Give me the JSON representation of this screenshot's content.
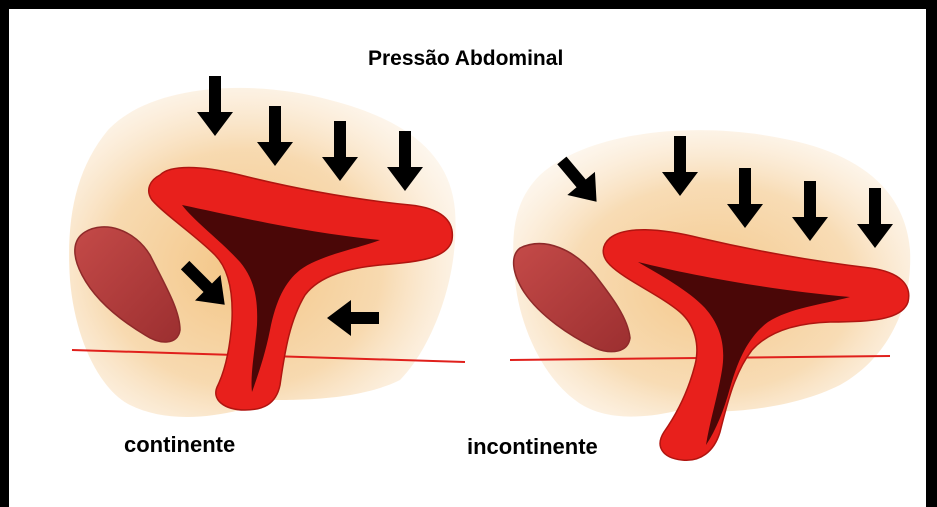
{
  "title": "Pressão Abdominal",
  "labels": {
    "left": "continente",
    "right": "incontinente"
  },
  "colors": {
    "organ_red": "#e8201c",
    "organ_dark": "#4a0707",
    "pubic_bone": "#b13b3b",
    "tissue": "#f0c48a",
    "reference_line": "#e0201c",
    "arrow": "#000000",
    "frame": "#000000"
  },
  "icons": [
    "arrow-down-icon",
    "arrow-diagonal-icon",
    "arrow-left-icon"
  ]
}
